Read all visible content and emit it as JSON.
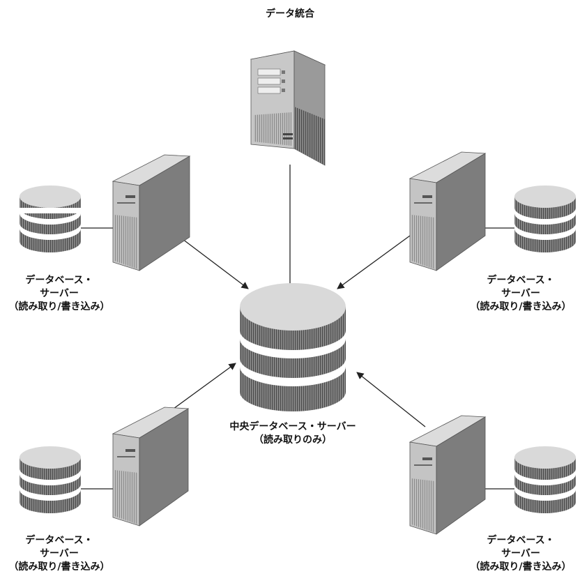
{
  "labels": {
    "integration": "データ統合",
    "central": [
      "中央データベース・サーバー",
      "（読み取りのみ）"
    ],
    "node_top_left": [
      "データベース・",
      "サーバー",
      "（読み取り/書き込み）"
    ],
    "node_top_right": [
      "データベース・",
      "サーバー",
      "（読み取り/書き込み）"
    ],
    "node_bottom_left": [
      "データベース・",
      "サーバー",
      "（読み取り/書き込み）"
    ],
    "node_bottom_right": [
      "データベース・",
      "サーバー",
      "（読み取り/書き込み）"
    ]
  },
  "colors": {
    "server_front": "#c4c4c4",
    "server_side": "#7d7d7d",
    "server_top": "#dcdcdc",
    "disk_top": "#d9d9d9",
    "disk_side": "#8a8a8a",
    "line": "#222222"
  },
  "icons": [
    "tower-server-icon",
    "database-cylinder-icon"
  ]
}
